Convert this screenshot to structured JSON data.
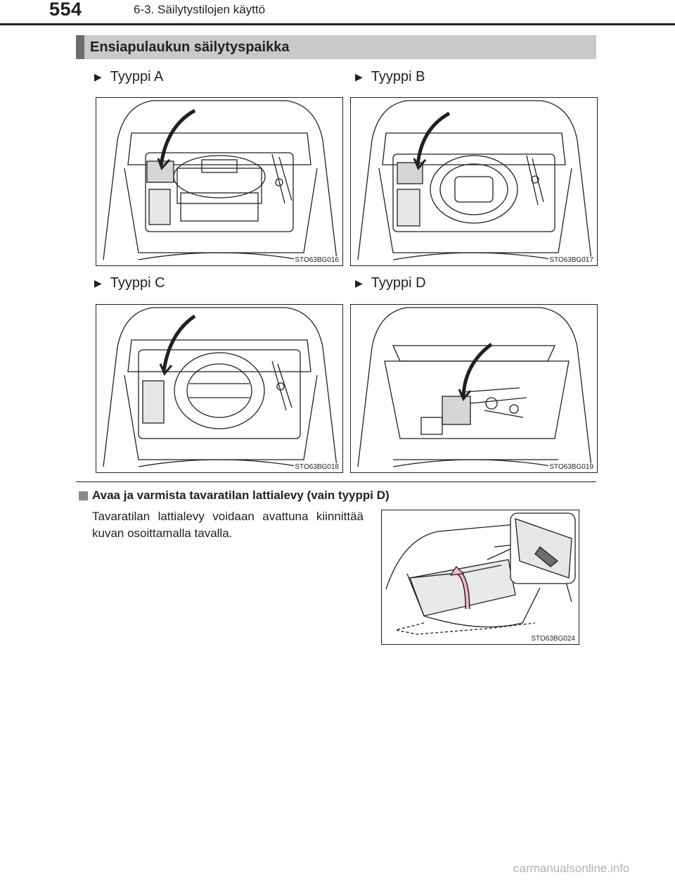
{
  "header": {
    "page_number": "554",
    "section": "6-3. Säilytystilojen käyttö"
  },
  "title": "Ensiapulaukun säilytyspaikka",
  "figures": [
    {
      "label": "Tyyppi A",
      "code": "STO63BG016"
    },
    {
      "label": "Tyyppi B",
      "code": "STO63BG017"
    },
    {
      "label": "Tyyppi C",
      "code": "STO63BG018"
    },
    {
      "label": "Tyyppi D",
      "code": "STO63BG019"
    }
  ],
  "subsection": {
    "heading": "Avaa ja varmista tavaratilan lattialevy (vain tyyppi D)",
    "body": "Tavaratilan lattialevy voidaan avattuna kiinnittää kuvan osoittamalla tavalla.",
    "figure_code": "STO63BG024"
  },
  "watermark": "carmanualsonline.info"
}
